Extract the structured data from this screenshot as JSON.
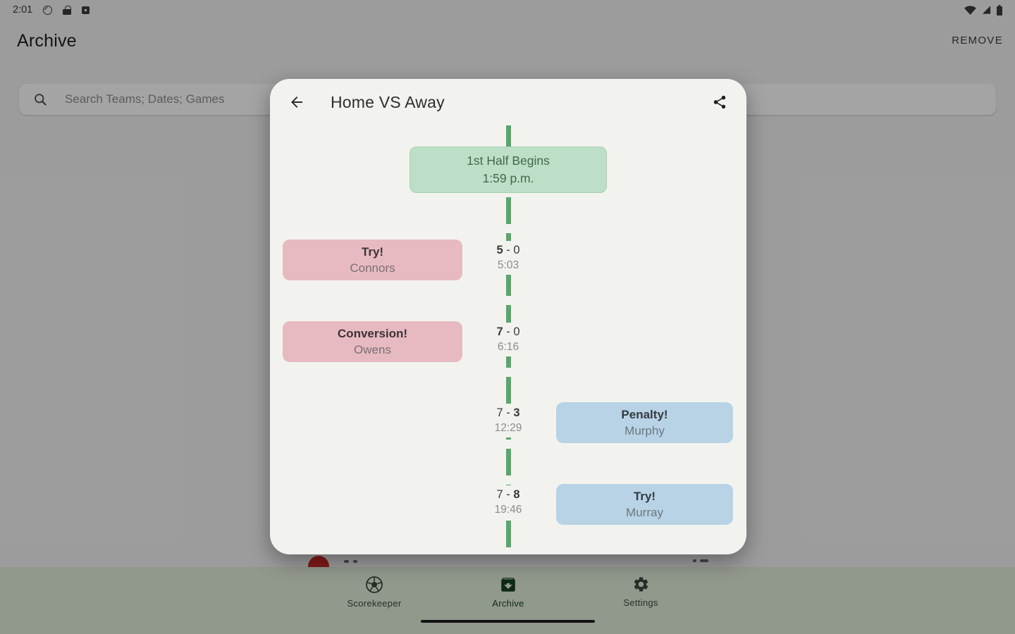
{
  "status_bar": {
    "time": "2:01"
  },
  "app_bar": {
    "title": "Archive",
    "action_label": "REMOVE"
  },
  "search": {
    "placeholder": "Search Teams; Dates; Games"
  },
  "dialog": {
    "title": "Home VS Away",
    "half_marker": {
      "line1": "1st Half Begins",
      "line2": "1:59 p.m."
    },
    "events": [
      {
        "side": "home",
        "title": "Try!",
        "player": "Connors",
        "time": "5:03",
        "score": [
          {
            "t": "5",
            "b": true
          },
          {
            "t": " - 0",
            "b": false
          }
        ]
      },
      {
        "side": "home",
        "title": "Conversion!",
        "player": "Owens",
        "time": "6:16",
        "score": [
          {
            "t": "7",
            "b": true
          },
          {
            "t": " - 0",
            "b": false
          }
        ]
      },
      {
        "side": "away",
        "title": "Penalty!",
        "player": "Murphy",
        "time": "12:29",
        "score": [
          {
            "t": "7 - ",
            "b": false
          },
          {
            "t": "3",
            "b": true
          }
        ]
      },
      {
        "side": "away",
        "title": "Try!",
        "player": "Murray",
        "time": "19:46",
        "score": [
          {
            "t": "7 - ",
            "b": false
          },
          {
            "t": "8",
            "b": true
          }
        ]
      }
    ]
  },
  "nav": {
    "items": [
      {
        "label": "Scorekeeper",
        "icon": "soccer-ball-icon",
        "active": false
      },
      {
        "label": "Archive",
        "icon": "archive-icon",
        "active": true
      },
      {
        "label": "Settings",
        "icon": "gear-icon",
        "active": false
      }
    ]
  },
  "colors": {
    "timeline_green": "#58a76b",
    "marker_bg": "#bedfc7",
    "home_event_bg": "#e7bac1",
    "away_event_bg": "#b8d3e5",
    "scrim": "rgba(0,0,0,0.345)",
    "nav_bg": "#dde9d6",
    "nav_active": "#173f24"
  }
}
